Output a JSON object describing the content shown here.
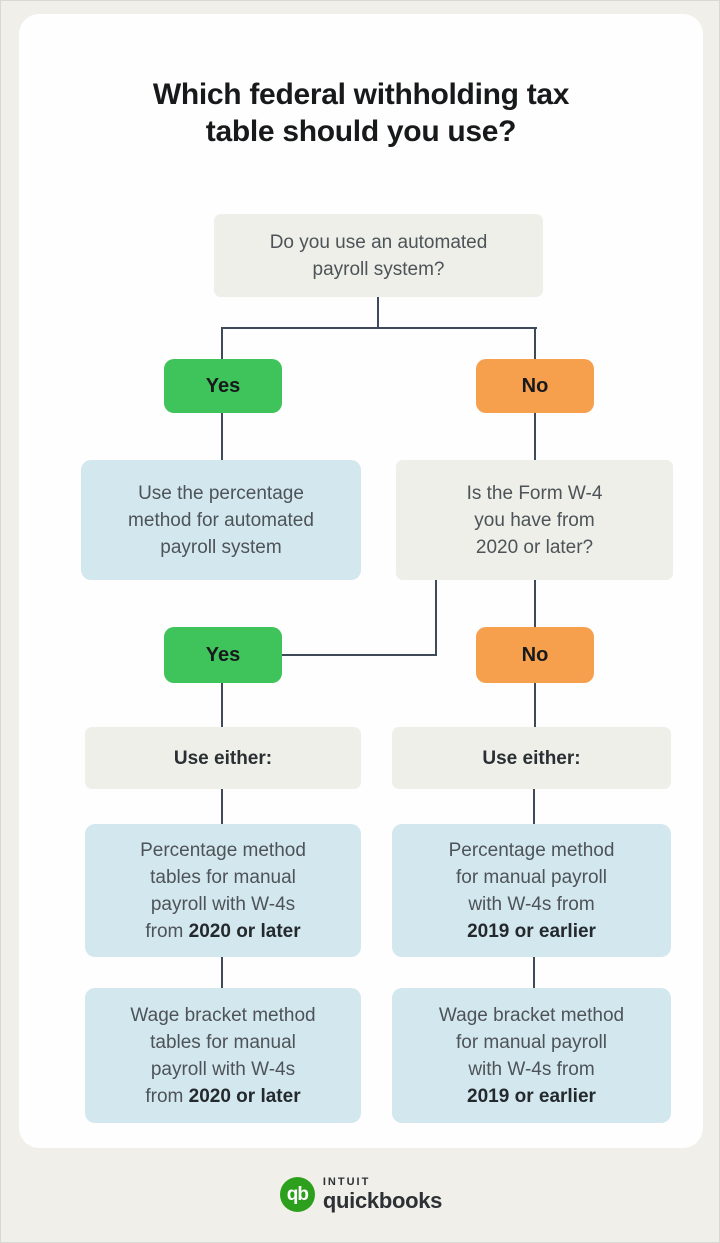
{
  "title": {
    "lines": [
      "Which federal withholding tax",
      "table should you use?"
    ]
  },
  "colors": {
    "background": "#f0efe9",
    "card": "#fefefe",
    "gray_node": "#edefe8",
    "blue_node": "#d3e8ee",
    "yes_green": "#3fc35b",
    "no_orange": "#f6a04e",
    "connector": "#3e4a57",
    "quickbooks_green": "#2ca01c"
  },
  "flow": {
    "q_automated": {
      "lines": [
        "Do you use an automated",
        "payroll system?"
      ]
    },
    "yes1": {
      "label": "Yes"
    },
    "no1": {
      "label": "No"
    },
    "auto_result": {
      "lines": [
        "Use the percentage",
        "method for automated",
        "payroll system"
      ]
    },
    "q_w4": {
      "lines": [
        "Is the Form W-4",
        "you have from",
        "2020 or later?"
      ]
    },
    "yes2": {
      "label": "Yes"
    },
    "no2": {
      "label": "No"
    },
    "use_either_left": {
      "label": "Use either:"
    },
    "use_either_right": {
      "label": "Use either:"
    },
    "pct_left": {
      "lines": [
        "Percentage method",
        "tables for manual",
        "payroll with W-4s",
        "from "
      ],
      "bold": "2020 or later"
    },
    "pct_right": {
      "lines": [
        "Percentage method",
        "for manual payroll",
        "with W-4s from",
        ""
      ],
      "bold": "2019 or earlier"
    },
    "wage_left": {
      "lines": [
        "Wage bracket method",
        "tables for manual",
        "payroll with W-4s",
        "from "
      ],
      "bold": "2020 or later"
    },
    "wage_right": {
      "lines": [
        "Wage bracket method",
        "for manual payroll",
        "with W-4s from",
        ""
      ],
      "bold": "2019 or earlier"
    }
  },
  "logo": {
    "glyph": "qb",
    "brand_top": "INTUIT",
    "brand_bottom": "quickbooks"
  }
}
